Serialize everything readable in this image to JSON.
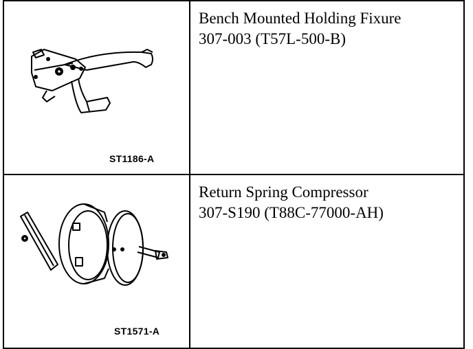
{
  "tools": [
    {
      "name": "Bench Mounted Holding Fixure",
      "part_number": "307-003 (T57L-500-B)",
      "image_code": "ST1186-A",
      "icon": "bench-holding-fixture-illustration"
    },
    {
      "name": "Return Spring Compressor",
      "part_number": "307-S190 (T88C-77000-AH)",
      "image_code": "ST1571-A",
      "icon": "return-spring-compressor-illustration"
    }
  ]
}
